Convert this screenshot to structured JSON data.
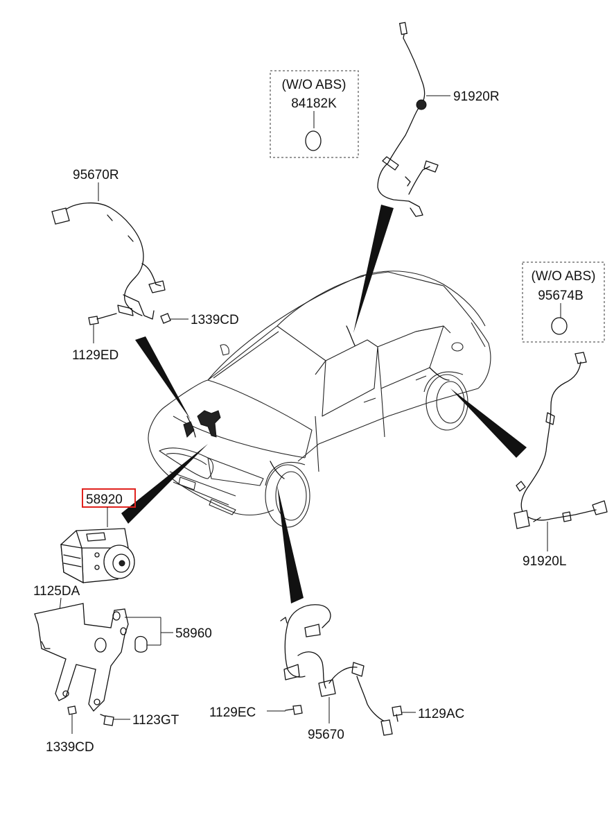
{
  "diagram": {
    "labels": {
      "wo_abs_1": "(W/O ABS)",
      "p84182K": "84182K",
      "p91920R": "91920R",
      "p95670R": "95670R",
      "p1339CD_top": "1339CD",
      "p1129ED": "1129ED",
      "wo_abs_2": "(W/O ABS)",
      "p95674B": "95674B",
      "p58920": "58920",
      "p91920L": "91920L",
      "p1125DA": "1125DA",
      "p58960": "58960",
      "p1123GT": "1123GT",
      "p1339CD_bottom": "1339CD",
      "p1129EC": "1129EC",
      "p95670": "95670",
      "p1129AC": "1129AC"
    },
    "colors": {
      "highlight": "#e0211d",
      "line": "#111111"
    }
  }
}
